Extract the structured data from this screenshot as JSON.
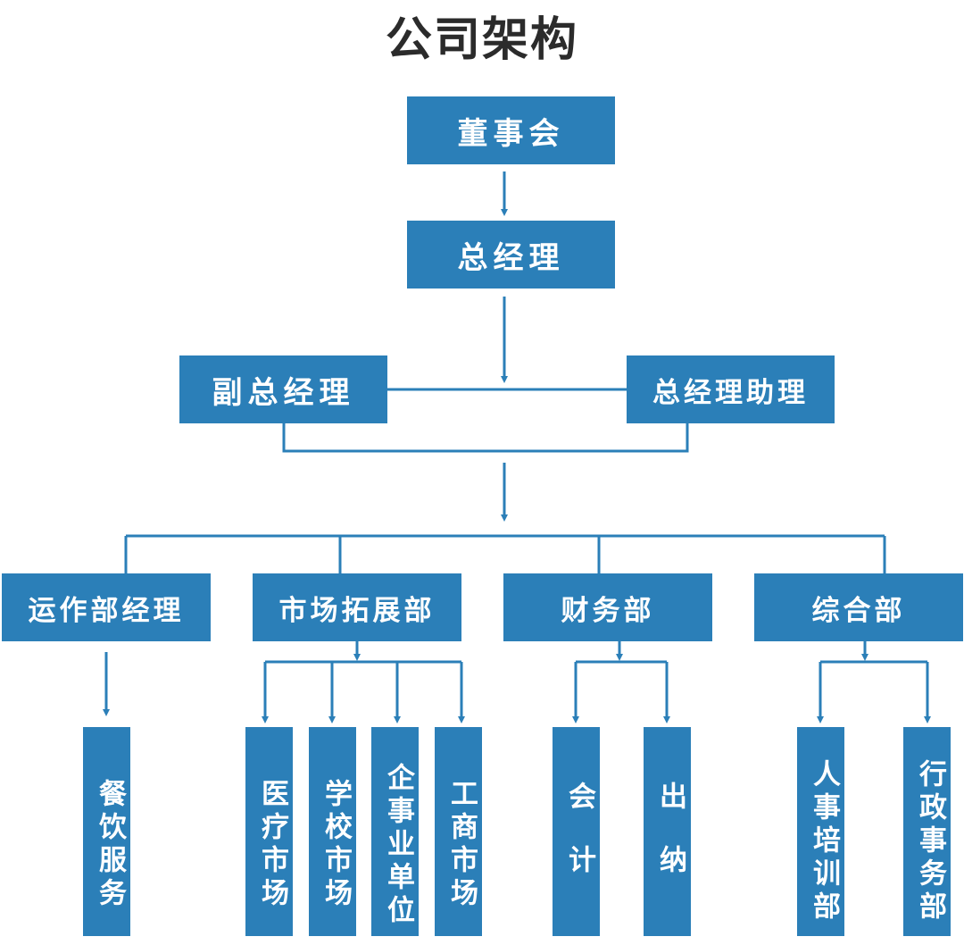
{
  "title": "公司架构",
  "nodes": {
    "board": "董事会",
    "gm": "总经理",
    "deputy_gm": "副总经理",
    "gm_assistant": "总经理助理",
    "ops_manager": "运作部经理",
    "market_dev": "市场拓展部",
    "finance": "财务部",
    "general": "综合部",
    "catering": "餐饮服务",
    "medical_market": "医疗市场",
    "school_market": "学校市场",
    "enterprise_units": "企事业单位",
    "commerce_market": "工商市场",
    "accounting": "会计",
    "cashier": "出纳",
    "hr_training": "人事培训部",
    "admin": "行政事务部"
  },
  "colors": {
    "box": "#2b7fb8",
    "line": "#2b7fb8",
    "title": "#2b2b2b"
  }
}
